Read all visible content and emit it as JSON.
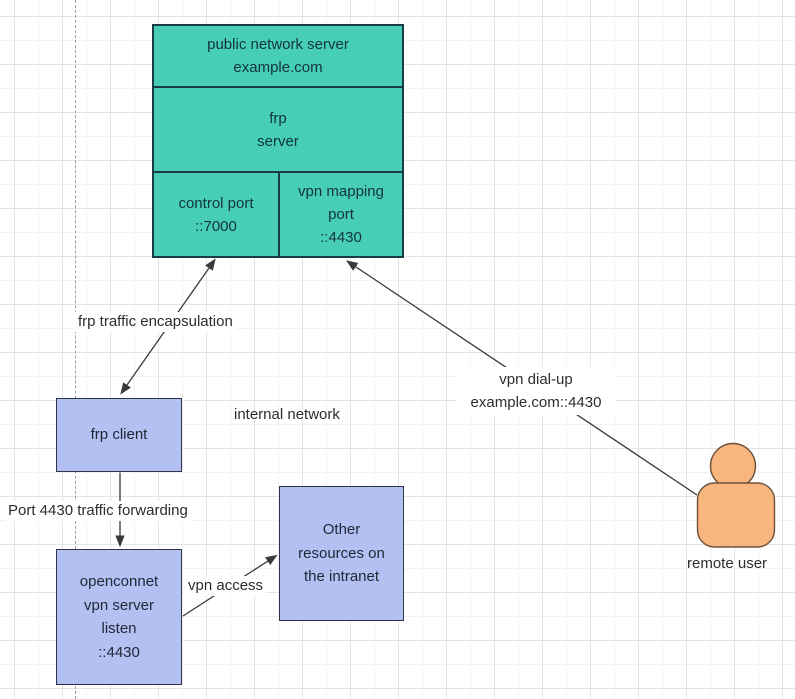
{
  "diagram": {
    "public_server": {
      "title": [
        "public network server",
        "example.com"
      ],
      "middle": [
        "frp",
        "server"
      ],
      "control_port": [
        "control port",
        "::7000"
      ],
      "vpn_mapping_port": [
        "vpn mapping",
        "port",
        "::4430"
      ]
    },
    "frp_client": {
      "label": "frp client"
    },
    "openconnect_server": {
      "lines": [
        "openconnet",
        "vpn server",
        "listen",
        "::4430"
      ]
    },
    "other_resources": {
      "lines": [
        "Other",
        "resources on",
        "the intranet"
      ]
    },
    "remote_user": {
      "label": "remote user"
    },
    "flow_labels": {
      "frp_traffic": "frp traffic encapsulation",
      "internal_network": "internal network",
      "port_forwarding": "Port 4430 traffic forwarding",
      "vpn_access": "vpn access",
      "vpn_dialup": [
        "vpn dial-up",
        "example.com::4430"
      ]
    },
    "colors": {
      "teal_fill": "#46cfb6",
      "teal_stroke": "#1b3c44",
      "blue_fill": "#b3c0f2",
      "blue_stroke": "#31314a",
      "orange_fill": "#f9b57e",
      "orange_stroke": "#6e5138",
      "arrow_color": "#3a3a3a",
      "guide_line": "#9e9e9e"
    }
  }
}
